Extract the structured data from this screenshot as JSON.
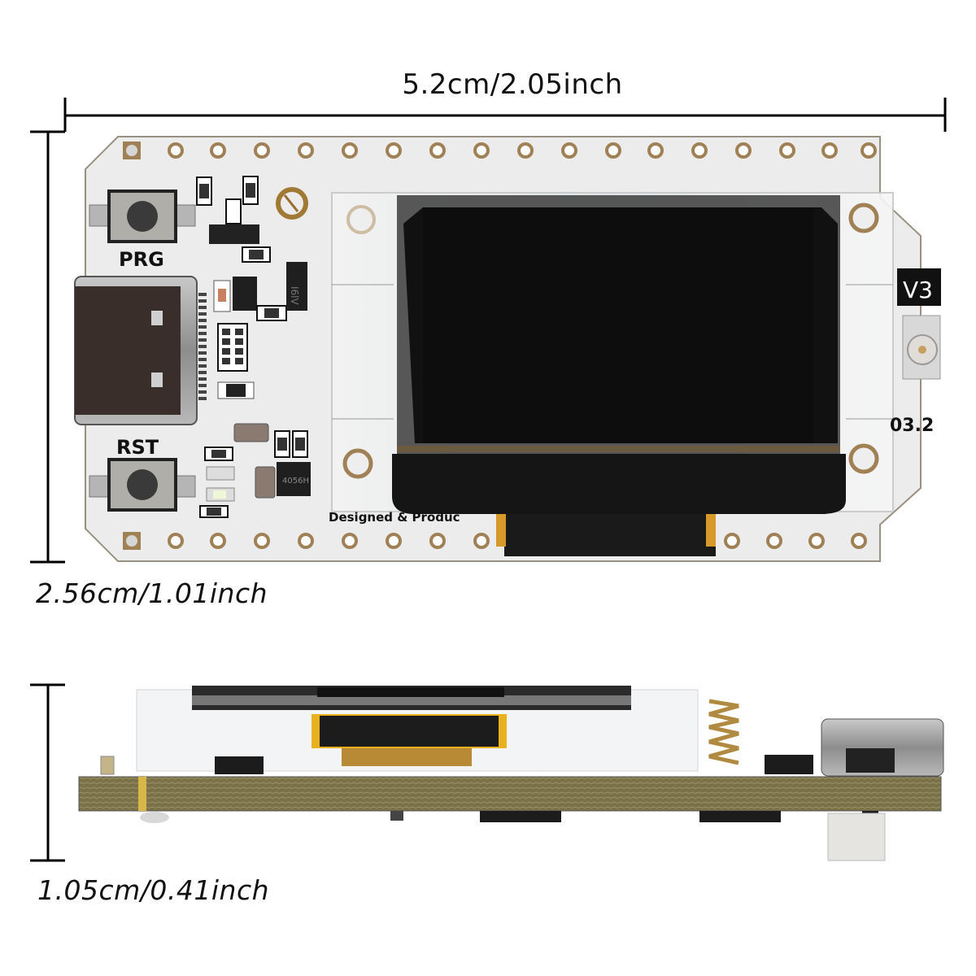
{
  "dimensions": {
    "width": "5.2cm/2.05inch",
    "height": "2.56cm/1.01inch",
    "depth": "1.05cm/0.41inch"
  },
  "board_top_view": {
    "silkscreen": {
      "prg_button": "PRG",
      "rst_button": "RST",
      "version_badge": "V3",
      "revision": "03.2",
      "designed_text": "Designed & Produc",
      "chip_marking_1": "I6lV",
      "chip_marking_2": "4056H"
    },
    "components": [
      "prg-button",
      "rst-button",
      "usb-c-port",
      "oled-display",
      "ipex-antenna-connector",
      "spring-antenna",
      "header-pins-top",
      "header-pins-bottom"
    ]
  },
  "board_side_view": {
    "components": [
      "oled-display-side",
      "spring-antenna-side",
      "usb-c-side",
      "pcb-edge"
    ]
  },
  "colors": {
    "pcb_white": "#ececec",
    "pad_gold": "#a08055",
    "oled_black": "#111111",
    "pcb_edge": "#7a7148",
    "flex_yellow": "#e8b21f",
    "dimension_line": "#000000"
  }
}
